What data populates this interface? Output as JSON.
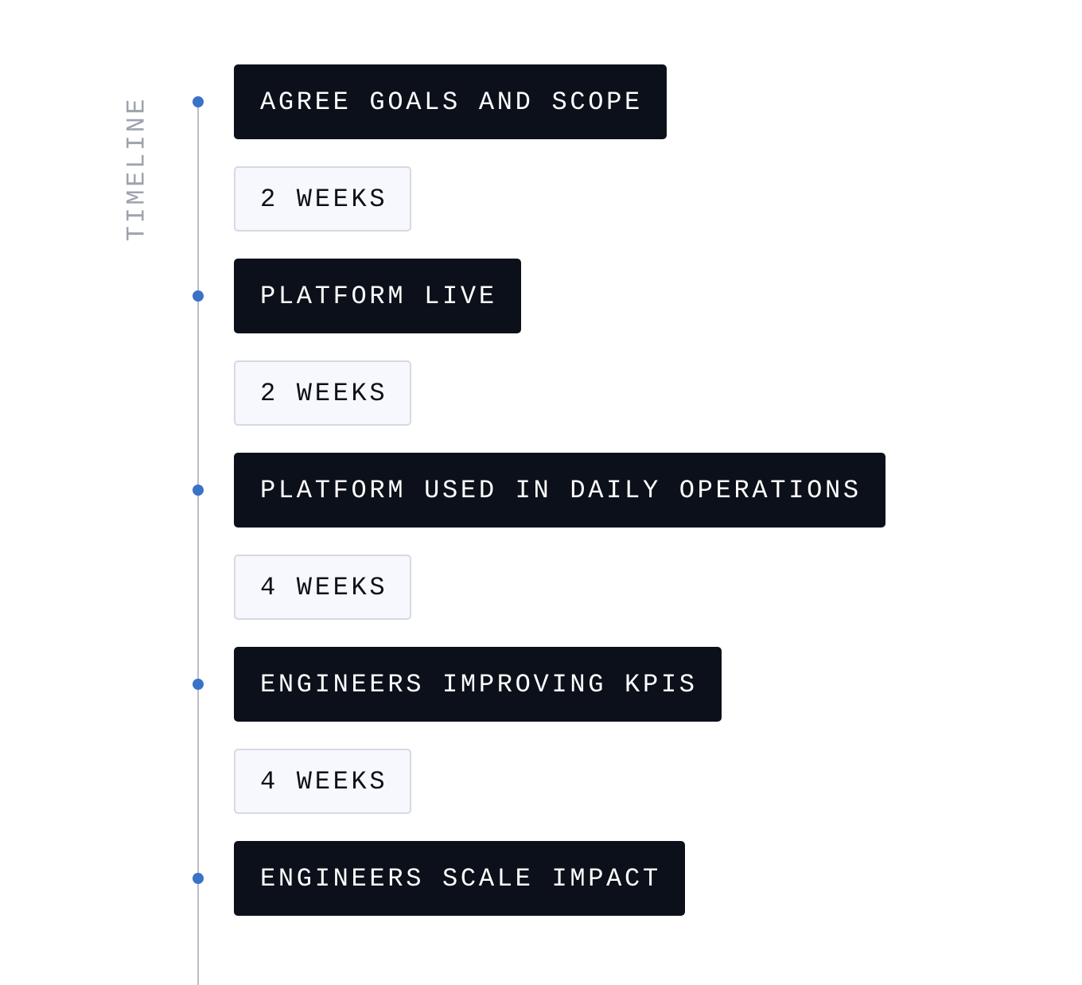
{
  "title": "TIMELINE",
  "accent_color": "#3a72c8",
  "steps": [
    {
      "milestone": "AGREE GOALS AND SCOPE",
      "duration": "2 WEEKS"
    },
    {
      "milestone": "PLATFORM LIVE",
      "duration": "2 WEEKS"
    },
    {
      "milestone": "PLATFORM USED IN DAILY OPERATIONS",
      "duration": "4 WEEKS"
    },
    {
      "milestone": "ENGINEERS IMPROVING KPIS",
      "duration": "4 WEEKS"
    },
    {
      "milestone": "ENGINEERS SCALE IMPACT"
    }
  ]
}
